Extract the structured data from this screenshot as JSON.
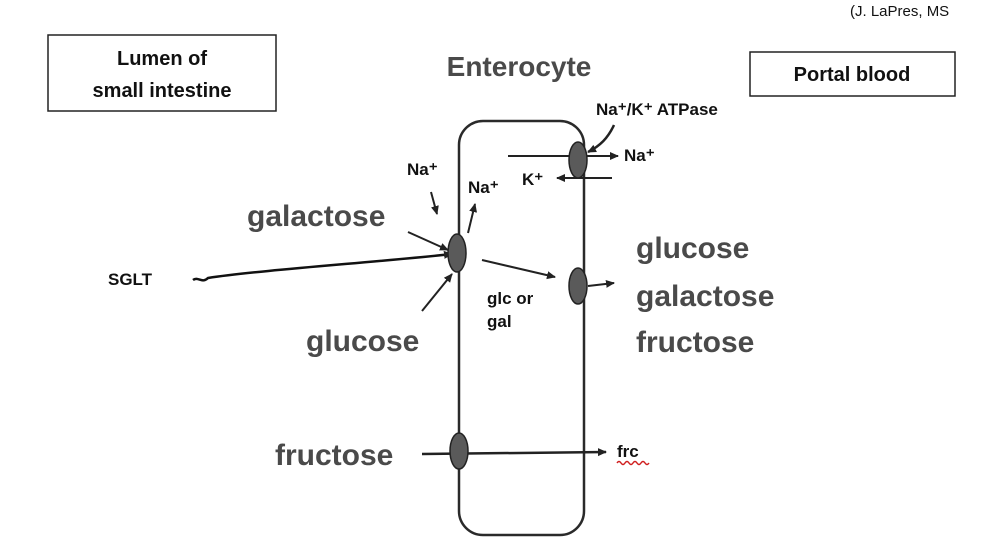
{
  "credit": "(J. LaPres, MS",
  "boxes": {
    "lumen": [
      "Lumen of",
      "small intestine"
    ],
    "portal": "Portal blood"
  },
  "title": "Enterocyte",
  "pump": {
    "label": "Na⁺/K⁺ ATPase",
    "na_out": "Na⁺",
    "k_in": "K⁺"
  },
  "apical": {
    "na_in": "Na⁺",
    "na_released": "Na⁺",
    "galactose": "galactose",
    "glucose": "glucose",
    "sglt": "SGLT",
    "fructose": "fructose"
  },
  "basolateral": {
    "transported": [
      "glc or",
      "gal"
    ],
    "products": [
      "glucose",
      "galactose",
      "fructose"
    ],
    "frc": "frc"
  },
  "colors": {
    "outline": "#2a2a2a",
    "transporter": "#5a5a5a",
    "text": "#111111",
    "large_text": "#4a4a4a",
    "squiggle": "#d02020"
  }
}
